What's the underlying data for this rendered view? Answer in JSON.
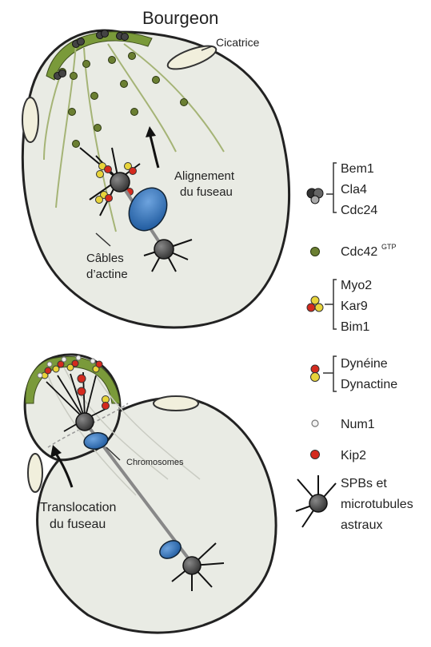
{
  "top_cell": {
    "bud_label": "Bourgeon",
    "scar_label": "Cicatrice",
    "spindle_alignment_line1": "Alignement",
    "spindle_alignment_line2": "du fuseau",
    "actin_cables_line1": "Câbles",
    "actin_cables_line2": "d’actine"
  },
  "bottom_cell": {
    "chromosomes_label": "Chromosomes",
    "translocation_line1": "Translocation",
    "translocation_line2": "du fuseau"
  },
  "legend": [
    {
      "icon": "bem1-complex-icon",
      "lines": [
        "Bem1",
        "Cla4",
        "Cdc24"
      ]
    },
    {
      "icon": "cdc42-gtp-icon",
      "lines": [
        "Cdc42"
      ],
      "superscript": "GTP"
    },
    {
      "icon": "myo2-complex-icon",
      "lines": [
        "Myo2",
        "Kar9",
        "Bim1"
      ]
    },
    {
      "icon": "dynein-complex-icon",
      "lines": [
        "Dynéine",
        "Dynactine"
      ]
    },
    {
      "icon": "num1-icon",
      "lines": [
        "Num1"
      ]
    },
    {
      "icon": "kip2-icon",
      "lines": [
        "Kip2"
      ]
    },
    {
      "icon": "spb-microtubules-icon",
      "lines": [
        "SPBs et",
        "microtubules",
        "astraux"
      ]
    }
  ],
  "colors": {
    "cell_fill": "#e8eae3",
    "bud_cap": "#7a9a3a",
    "cdc42": "#6b7f32",
    "nucleus": "#2f6fb4",
    "spb": "#555555",
    "yellow": "#e8d43a",
    "red": "#d42a1e"
  }
}
